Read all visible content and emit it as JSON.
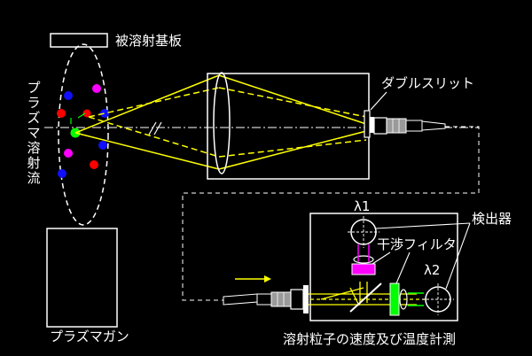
{
  "labels": {
    "substrate": "被溶射基板",
    "plasma_spray_flow": "プラズマ溶射流",
    "plasma_gun": "プラズマガン",
    "double_slit": "ダブルスリット",
    "lambda1": "λ1",
    "lambda2": "λ2",
    "detector": "検出器",
    "interference_filter": "干渉フィルタ",
    "caption": "溶射粒子の速度及び温度計測"
  },
  "colors": {
    "background": "#000000",
    "outline": "#ffffff",
    "beam": "#ffff00",
    "particle_red": "#ff0000",
    "particle_blue": "#1010ff",
    "particle_magenta": "#ff00ff",
    "particle_green": "#00ff00",
    "filter_magenta": "#ff00ff",
    "filter_green": "#00ff00",
    "fiber_gray": "#9a9a9a"
  }
}
